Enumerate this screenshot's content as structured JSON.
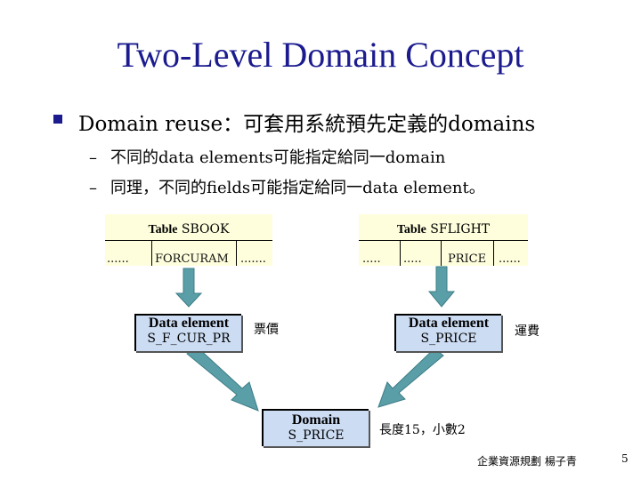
{
  "slide": {
    "title": "Two-Level Domain Concept",
    "bullet": "Domain reuse：可套用系統預先定義的domains",
    "subbullets": [
      "不同的data elements可能指定給同一domain",
      "同理，不同的fields可能指定給同一data element。"
    ],
    "dash": "–"
  },
  "table_sbook": {
    "label": "Table",
    "name": "SBOOK",
    "row_left": "......",
    "field": "FORCURAM",
    "row_right": "......."
  },
  "table_sflight": {
    "label": "Table",
    "name": "SFLIGHT",
    "row_left": ".....",
    "row_mid": ".....",
    "field": "PRICE",
    "row_right": "......"
  },
  "data_element_left": {
    "title": "Data element",
    "name": "S_F_CUR_PR",
    "note": "票價"
  },
  "data_element_right": {
    "title": "Data element",
    "name": "S_PRICE",
    "note": "運費"
  },
  "domain": {
    "title": "Domain",
    "name": "S_PRICE",
    "note": "長度15，小數2"
  },
  "footer": {
    "author": "企業資源規劃 楊子青",
    "page": "5"
  },
  "colors": {
    "title": "#1b1b8f",
    "table_bg": "#fefedd",
    "box_bg": "#ccdcf3",
    "arrow": "#5a9ea8"
  }
}
